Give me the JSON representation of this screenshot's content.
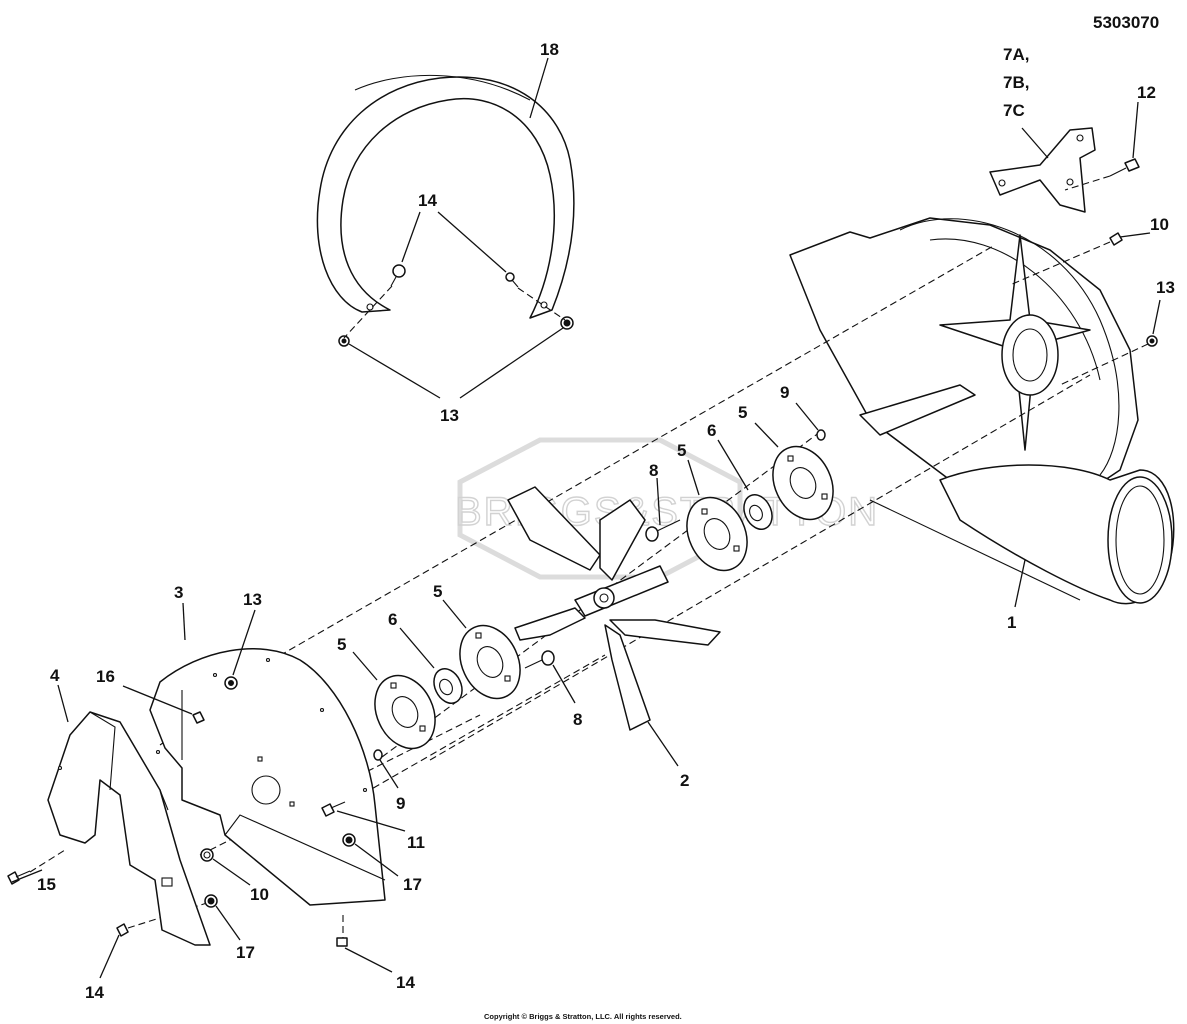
{
  "document_number": "5303070",
  "copyright": "Copyright © Briggs & Stratton, LLC. All rights reserved.",
  "watermark": "BRIGGS&STRATTON",
  "callouts": {
    "c18": "18",
    "c14_top": "14",
    "c13_top": "13",
    "c7": [
      "7A,",
      "7B,",
      "7C"
    ],
    "c12": "12",
    "c10_right": "10",
    "c13_right": "13",
    "c1": "1",
    "c9_upper": "9",
    "c5_upper_right": "5",
    "c6_upper": "6",
    "c5_upper_mid": "5",
    "c8_upper": "8",
    "c3": "3",
    "c13_left": "13",
    "c5_lower_mid": "5",
    "c6_lower": "6",
    "c5_lower_left": "5",
    "c8_lower": "8",
    "c2": "2",
    "c4": "4",
    "c16": "16",
    "c9_lower": "9",
    "c11": "11",
    "c15": "15",
    "c10_left": "10",
    "c17_mid": "17",
    "c17_lower": "17",
    "c14_left": "14",
    "c14_bottom": "14"
  }
}
